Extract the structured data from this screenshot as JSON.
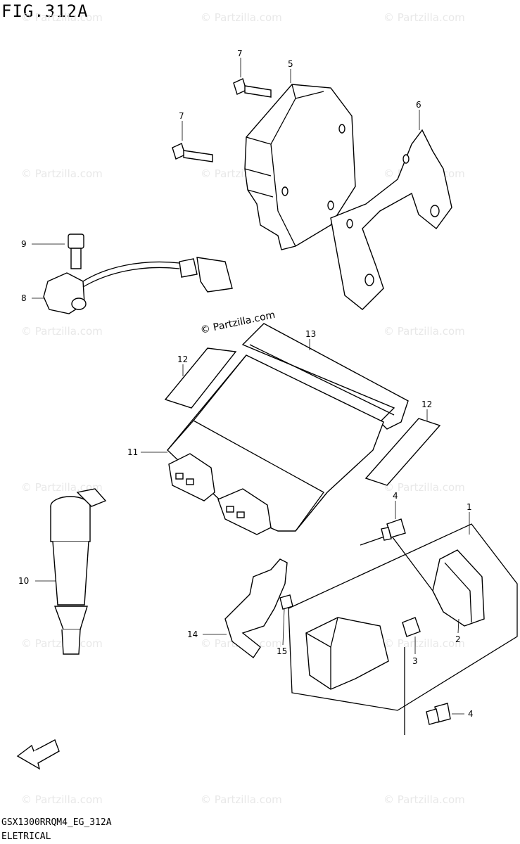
{
  "figure": {
    "title": "FIG.312A",
    "code": "GSX1300RRQM4_EG_312A",
    "section": "ELETRICAL"
  },
  "watermark": {
    "text": "© Partzilla.com",
    "center_text": "© Partzilla.com"
  },
  "direction_arrow": {
    "label": "FWD"
  },
  "callouts": [
    "1",
    "2",
    "3",
    "4",
    "4",
    "5",
    "6",
    "7",
    "7",
    "8",
    "9",
    "10",
    "11",
    "12",
    "12",
    "13",
    "14",
    "15"
  ],
  "colors": {
    "line": "#000000",
    "watermark": "#e8e8e8",
    "background": "#ffffff"
  }
}
